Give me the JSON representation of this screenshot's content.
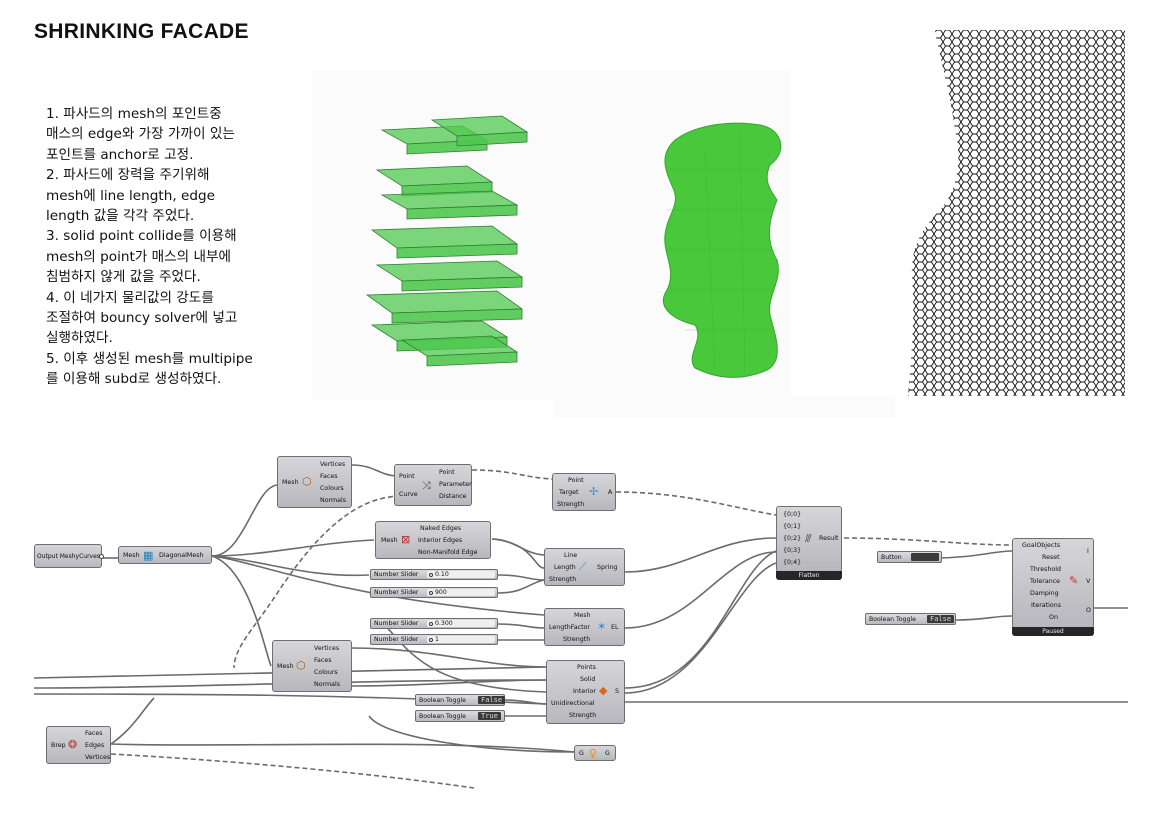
{
  "title": "SHRINKING FACADE",
  "description": [
    "1. 파사드의 mesh의 포인트중",
    "매스의 edge와 가장 가까이 있는",
    "포인트를 anchor로 고정.",
    "2. 파사드에 장력을 주기위해",
    "mesh에 line length, edge",
    "length 값을 각각 주었다.",
    "3. solid point collide를 이용해",
    "mesh의 point가 매스의 내부에",
    "침범하지 않게 값을 주었다.",
    "4. 이 네가지 물리값의 강도를",
    "조절하여 bouncy solver에 넣고",
    "실행하였다.",
    "5. 이후 생성된 mesh를 multipipe",
    "를 이용해 subd로 생성하였다."
  ],
  "colors": {
    "mass": "#4dc94d",
    "mesh": "#49c83c",
    "wire": "#111111"
  },
  "nodes": {
    "output": {
      "label": "Output MeshyCurves"
    },
    "diag": {
      "in": "Mesh",
      "out": "DiagonalMesh"
    },
    "deconA": {
      "in": "Mesh",
      "outs": [
        "Vertices",
        "Faces",
        "Colours",
        "Normals"
      ]
    },
    "cp": {
      "ins": [
        "Point",
        "Curve"
      ],
      "outs": [
        "Point",
        "Parameter",
        "Distance"
      ]
    },
    "anchor": {
      "ins": [
        "Point",
        "Target",
        "Strength"
      ],
      "out": "A"
    },
    "edges": {
      "in": "Mesh",
      "outs": [
        "Naked Edges",
        "Interior Edges",
        "Non-Manifold Edge"
      ]
    },
    "merge": {
      "ins": [
        "{0;0}",
        "{0;1}",
        "{0;2}",
        "{0;3}",
        "{0;4}"
      ],
      "out": "Result",
      "footer": "Flatten"
    },
    "spring": {
      "ins": [
        "Line",
        "Length",
        "Strength"
      ],
      "out": "Spring"
    },
    "el": {
      "ins": [
        "Mesh",
        "LengthFactor",
        "Strength"
      ],
      "out": "EL"
    },
    "deconB": {
      "in": "Mesh",
      "outs": [
        "Vertices",
        "Faces",
        "Colours",
        "Normals"
      ]
    },
    "spc": {
      "ins": [
        "Points",
        "Solid",
        "Interior",
        "Unidirectional",
        "Strength"
      ],
      "out": "S"
    },
    "brep": {
      "in": "Brep",
      "outs": [
        "Faces",
        "Edges",
        "Vertices"
      ]
    },
    "gg": {
      "in": "G",
      "out": "G"
    },
    "button": {
      "label": "Button"
    },
    "solver": {
      "ins": [
        "GoalObjects",
        "Reset",
        "Threshold",
        "Tolerance",
        "Damping",
        "Iterations",
        "On"
      ],
      "outs": [
        "I",
        "V",
        "O"
      ],
      "footer": "Paused"
    }
  },
  "sliders": [
    {
      "name": "Number Slider",
      "value": "0.10"
    },
    {
      "name": "Number Slider",
      "value": "900"
    },
    {
      "name": "Number Slider",
      "value": "0.300"
    },
    {
      "name": "Number Slider",
      "value": "1"
    }
  ],
  "toggles": [
    {
      "name": "Boolean Toggle",
      "value": "False"
    },
    {
      "name": "Boolean Toggle",
      "value": "False"
    },
    {
      "name": "Boolean Toggle",
      "value": "True"
    }
  ]
}
